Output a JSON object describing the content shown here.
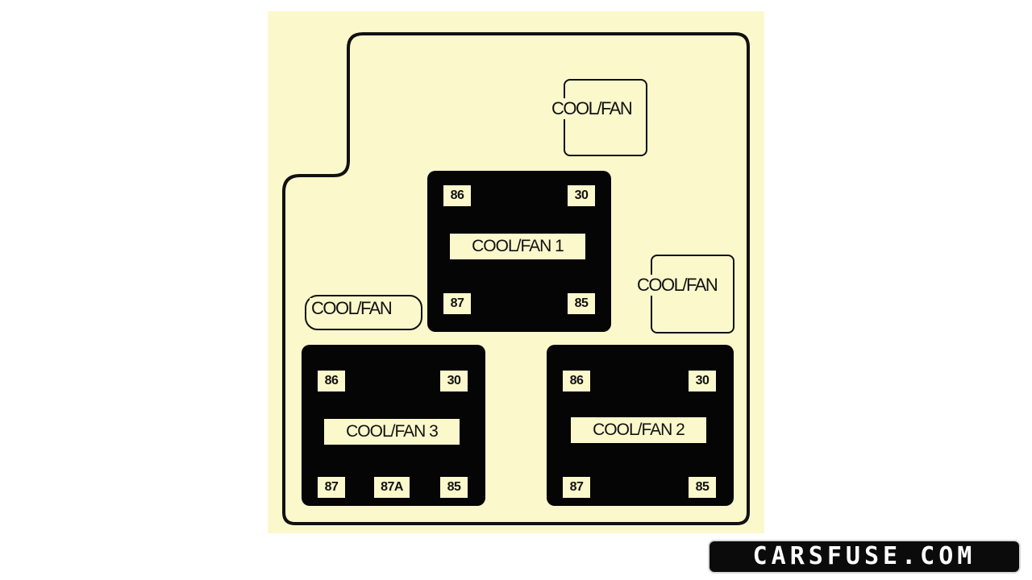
{
  "diagram": {
    "colors": {
      "background": "#fbf8cc",
      "relay_body": "#050505",
      "outline": "#111111"
    },
    "fuses": [
      {
        "id": "top-right",
        "label": "COOL/FAN"
      },
      {
        "id": "right",
        "label": "COOL/FAN"
      },
      {
        "id": "left",
        "label": "COOL/FAN"
      }
    ],
    "relays": {
      "fan1": {
        "label": "COOL/FAN 1",
        "pins": {
          "top_left": "86",
          "top_right": "30",
          "bottom_left": "87",
          "bottom_right": "85"
        }
      },
      "fan3": {
        "label": "COOL/FAN 3",
        "pins": {
          "top_left": "86",
          "top_right": "30",
          "bottom_left": "87",
          "bottom_mid": "87A",
          "bottom_right": "85"
        }
      },
      "fan2": {
        "label": "COOL/FAN 2",
        "pins": {
          "top_left": "86",
          "top_right": "30",
          "bottom_left": "87",
          "bottom_right": "85"
        }
      }
    }
  },
  "watermark": {
    "text": "CARSFUSE.COM"
  }
}
